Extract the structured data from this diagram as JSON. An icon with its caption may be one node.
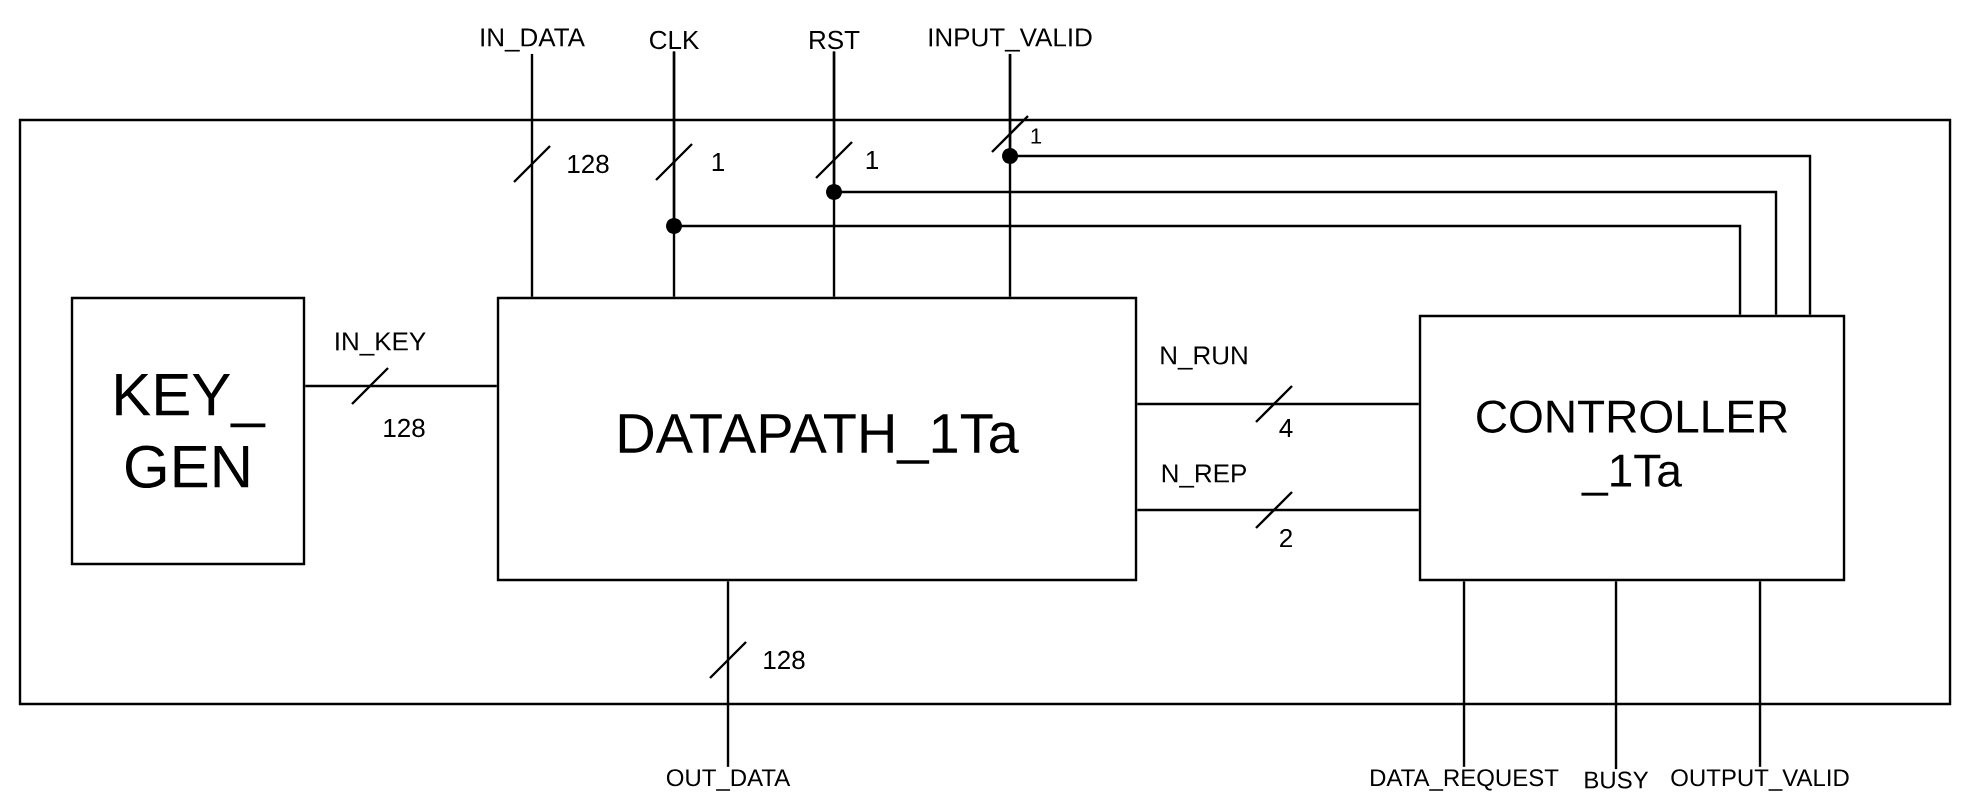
{
  "diagram": {
    "nodes": [
      {
        "text": [],
        "shape": "box"
      },
      {
        "text": [
          "KEY_ GEN"
        ],
        "in": 0
      },
      {
        "text": [
          "DATAPATH_1Ta"
        ],
        "in": 0
      },
      {
        "text": [
          "CONTROLLER _1Ta"
        ],
        "in": 0
      },
      {
        "text": [
          "IN_DATA"
        ]
      },
      {
        "text": [
          "CLK"
        ]
      },
      {
        "text": [
          "RST"
        ]
      },
      {
        "text": [
          "INPUT_VALID"
        ]
      },
      {
        "text": [
          "OUT_DATA"
        ]
      },
      {
        "text": [
          "DATA_REQUEST"
        ]
      },
      {
        "text": [
          "BUSY"
        ]
      },
      {
        "text": [
          "OUTPUT_VALID"
        ]
      }
    ],
    "edges": [
      {
        "from": 4,
        "to": 2,
        "arrow": "none"
      },
      {
        "from": 5,
        "to": 2,
        "arrow": "none"
      },
      {
        "from": 5,
        "to": 3,
        "arrow": "none"
      },
      {
        "from": 6,
        "to": 2,
        "arrow": "none"
      },
      {
        "from": 6,
        "to": 3,
        "arrow": "none"
      },
      {
        "from": 7,
        "to": 2,
        "arrow": "none"
      },
      {
        "from": 7,
        "to": 3,
        "arrow": "none"
      },
      {
        "from": 1,
        "to": 2,
        "label": "IN_KEY",
        "arrow": "none"
      },
      {
        "from": 2,
        "to": 3,
        "label": "N_RUN",
        "arrow": "none"
      },
      {
        "from": 2,
        "to": 3,
        "label": "N_REP",
        "arrow": "none"
      },
      {
        "from": 2,
        "to": 8,
        "arrow": "none"
      },
      {
        "from": 3,
        "to": 9,
        "arrow": "none"
      },
      {
        "from": 3,
        "to": 10,
        "arrow": "none"
      },
      {
        "from": 3,
        "to": 11,
        "arrow": "none"
      }
    ],
    "labels": [
      "128",
      "1",
      "1",
      "1",
      "128",
      "4",
      "2",
      "128"
    ]
  }
}
